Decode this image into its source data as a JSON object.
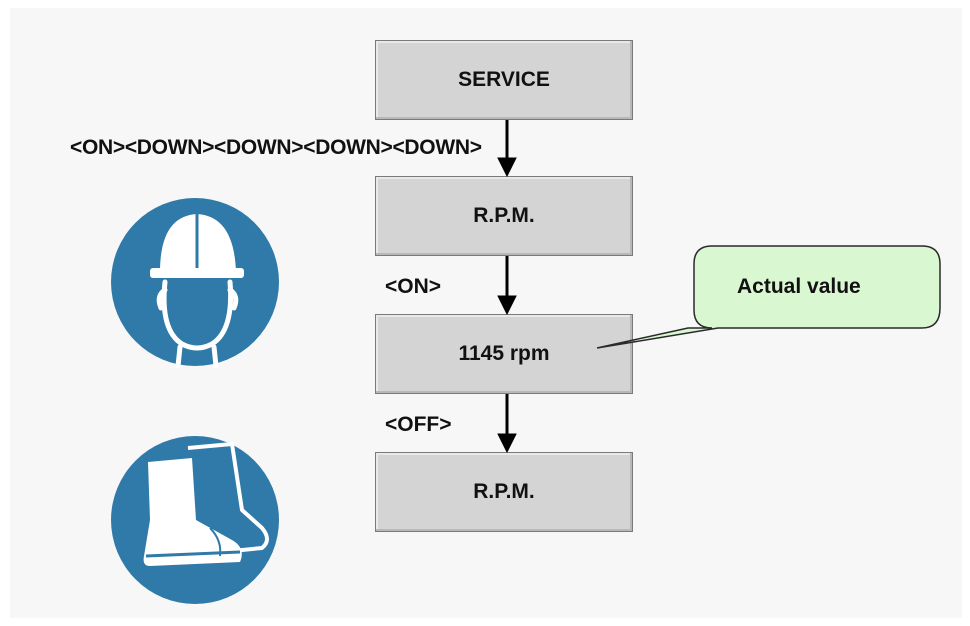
{
  "boxes": {
    "service": "SERVICE",
    "rpm_1": "R.P.M.",
    "value": "1145 rpm",
    "rpm_2": "R.P.M."
  },
  "labels": {
    "keys_row": "<ON><DOWN><DOWN><DOWN><DOWN>",
    "on": "<ON>",
    "off": "<OFF>"
  },
  "callout": {
    "text": "Actual value",
    "fill": "#d9f7d0"
  },
  "icons": {
    "top": "hard-hat-required-icon",
    "bottom": "safety-boots-required-icon",
    "color": "#2f7aa8"
  }
}
